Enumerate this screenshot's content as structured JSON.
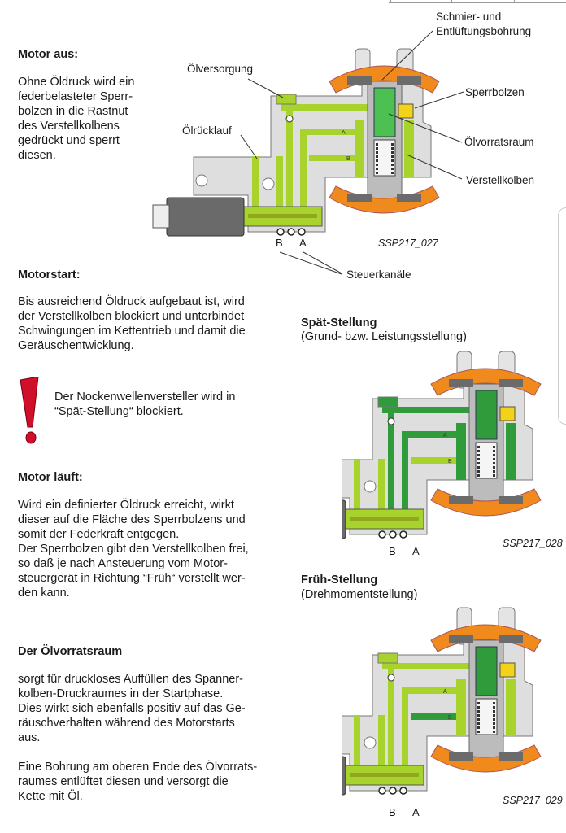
{
  "left": {
    "motor_aus": {
      "title": "Motor aus:",
      "text": "Ohne Öldruck wird ein\nfederbelasteter Sperr-\nbolzen in die Rastnut\ndes Verstellkolbens\ngedrückt und sperrt\ndiesen."
    },
    "motorstart": {
      "title": "Motorstart:",
      "text": "Bis ausreichend Öldruck aufgebaut ist, wird\nder Verstellkolben blockiert und unterbindet\nSchwingungen im Kettentrieb und damit die\nGeräuschentwicklung."
    },
    "note": {
      "icon": "exclamation-icon",
      "text": "Der Nockenwellenversteller wird in\n“Spät-Stellung“ blockiert."
    },
    "motor_laeuft": {
      "title": "Motor läuft:",
      "text": "Wird ein definierter Öldruck erreicht, wirkt\ndieser auf die Fläche des Sperrbolzens und\nsomit der Federkraft entgegen.\nDer Sperrbolzen gibt den Verstellkolben frei,\nso daß je nach Ansteuerung vom Motor-\nsteuergerät in Richtung “Früh“ verstellt wer-\nden kann."
    },
    "oelvorratsraum": {
      "title": "Der Ölvorratsraum",
      "text1": "sorgt für druckloses Auffüllen des Spanner-\nkolben-Druckraumes in der Startphase.\nDies wirkt sich ebenfalls positiv auf das Ge-\nräuschverhalten während des Motorstarts\naus.",
      "text2": "Eine Bohrung am oberen Ende des Ölvorrats-\nraumes entlüftet diesen und versorgt die\nKette mit Öl."
    }
  },
  "diagram1": {
    "labels": {
      "schmier": "Schmier- und\nEntlüftungsbohrung",
      "oelversorgung": "Ölversorgung",
      "sperrbolzen": "Sperrbolzen",
      "oelruecklauf": "Ölrücklauf",
      "oelvorratsraum": "Ölvorratsraum",
      "verstellkolben": "Verstellkolben",
      "steuerkanaele": "Steuerkanäle"
    },
    "port_b": "B",
    "port_a": "A",
    "channel_a": "A",
    "channel_b": "B",
    "caption": "SSP217_027"
  },
  "diagram2": {
    "title": "Spät-Stellung",
    "subtitle": "(Grund- bzw. Leistungsstellung)",
    "port_b": "B",
    "port_a": "A",
    "caption": "SSP217_028"
  },
  "diagram3": {
    "title": "Früh-Stellung",
    "subtitle": "(Drehmomentstellung)",
    "port_b": "B",
    "port_a": "A",
    "caption": "SSP217_029"
  },
  "colors": {
    "lime": "#a8d22c",
    "green": "#2f9b3a",
    "orange": "#f08a1c",
    "yellow": "#f3d21a",
    "housing": "#dedede",
    "warning": "#d0102a"
  }
}
